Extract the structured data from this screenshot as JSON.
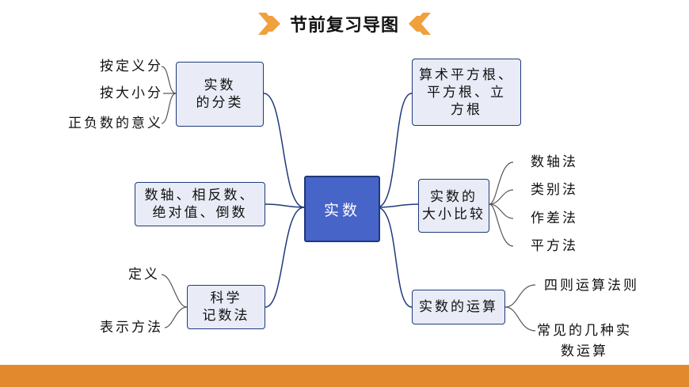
{
  "title": "节前复习导图",
  "colors": {
    "center_fill": "#4764c8",
    "node_fill": "#e9ecf6",
    "node_border": "#1f3a7a",
    "chevron": "#f0a03c",
    "bottom_bar": "#e3892d"
  },
  "center": "实数",
  "left_nodes": {
    "classification": {
      "line1": "实数",
      "line2": "的分类",
      "leaves": [
        "按定义分",
        "按大小分",
        "正负数的意义"
      ]
    },
    "concepts": {
      "line1": "数轴、相反数、",
      "line2": "绝对值、倒数"
    },
    "scientific": {
      "line1": "科学",
      "line2": "记数法",
      "leaves": [
        "定义",
        "表示方法"
      ]
    }
  },
  "right_nodes": {
    "roots": {
      "line1": "算术平方根、",
      "line2": "平方根、立",
      "line3": "方根"
    },
    "compare": {
      "line1": "实数的",
      "line2": "大小比较",
      "leaves": [
        "数轴法",
        "类别法",
        "作差法",
        "平方法"
      ]
    },
    "operations": {
      "line1": "实数的运算",
      "leaves": [
        "四则运算法则",
        "常见的几种实",
        "数运算"
      ]
    }
  }
}
